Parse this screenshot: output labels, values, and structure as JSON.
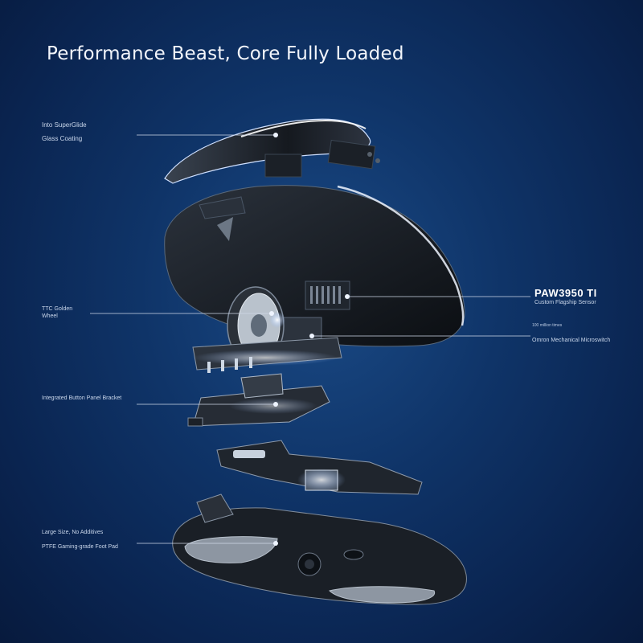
{
  "headline": "Performance Beast, Core Fully Loaded",
  "callouts": {
    "coating_line1": "Into SuperGlide",
    "coating_line2": "Glass Coating",
    "wheel_line1": "TTC Golden",
    "wheel_line2": "Wheel",
    "bracket": "Integrated Button Panel Bracket",
    "feet_line1": "Large Size, No Additives",
    "feet_line2": "PTFE Gaming-grade Foot Pad",
    "sensor_title": "PAW3950 TI",
    "sensor_sub": "Custom Flagship Sensor",
    "switch_note": "100 million times",
    "switch_title": "Omron Mechanical Microswitch"
  },
  "colors": {
    "background": "#0f3468",
    "accent_glow": "#dfe9ff",
    "component_dark": "#15191f"
  }
}
